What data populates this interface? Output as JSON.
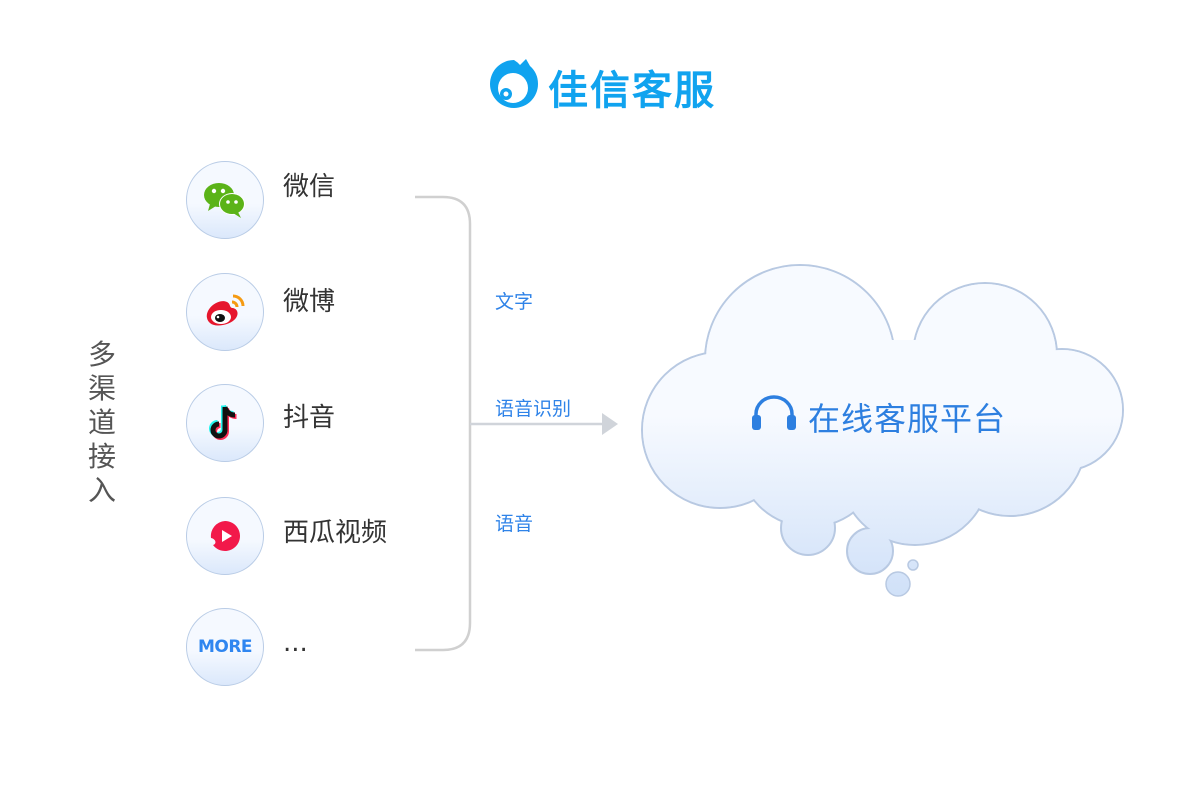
{
  "brand": {
    "name": "佳信客服",
    "color": "#10a3ef"
  },
  "side_label": [
    "多",
    "渠",
    "道",
    "接",
    "入"
  ],
  "channels": [
    {
      "label": "微信",
      "icon": "wechat-icon"
    },
    {
      "label": "微博",
      "icon": "weibo-icon"
    },
    {
      "label": "抖音",
      "icon": "douyin-icon"
    },
    {
      "label": "西瓜视频",
      "icon": "xigua-video-icon"
    },
    {
      "label": "...",
      "icon": "more-icon",
      "icon_text": "MORE"
    }
  ],
  "flow_labels": [
    "文字",
    "语音识别",
    "语音"
  ],
  "platform": {
    "label": "在线客服平台",
    "icon": "headset-icon"
  }
}
